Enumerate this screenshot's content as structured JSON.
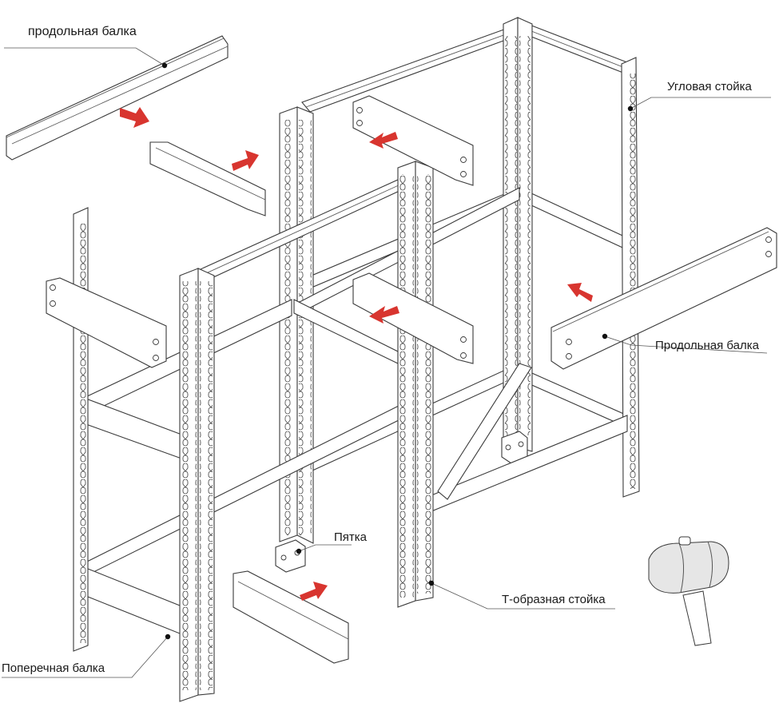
{
  "labels": {
    "top_longitudinal": "продольная балка",
    "corner_post": "Угловая стойка",
    "right_longitudinal": "Продольная балка",
    "foot": "Пятка",
    "t_post": "Т-образная стойка",
    "cross_beam": "Поперечная балка"
  },
  "colors": {
    "arrow": "#d8352f",
    "line": "#3a3a3a"
  },
  "icons": {
    "assembly_arrow": "red-block-arrow",
    "mallet": "rubber-mallet"
  }
}
